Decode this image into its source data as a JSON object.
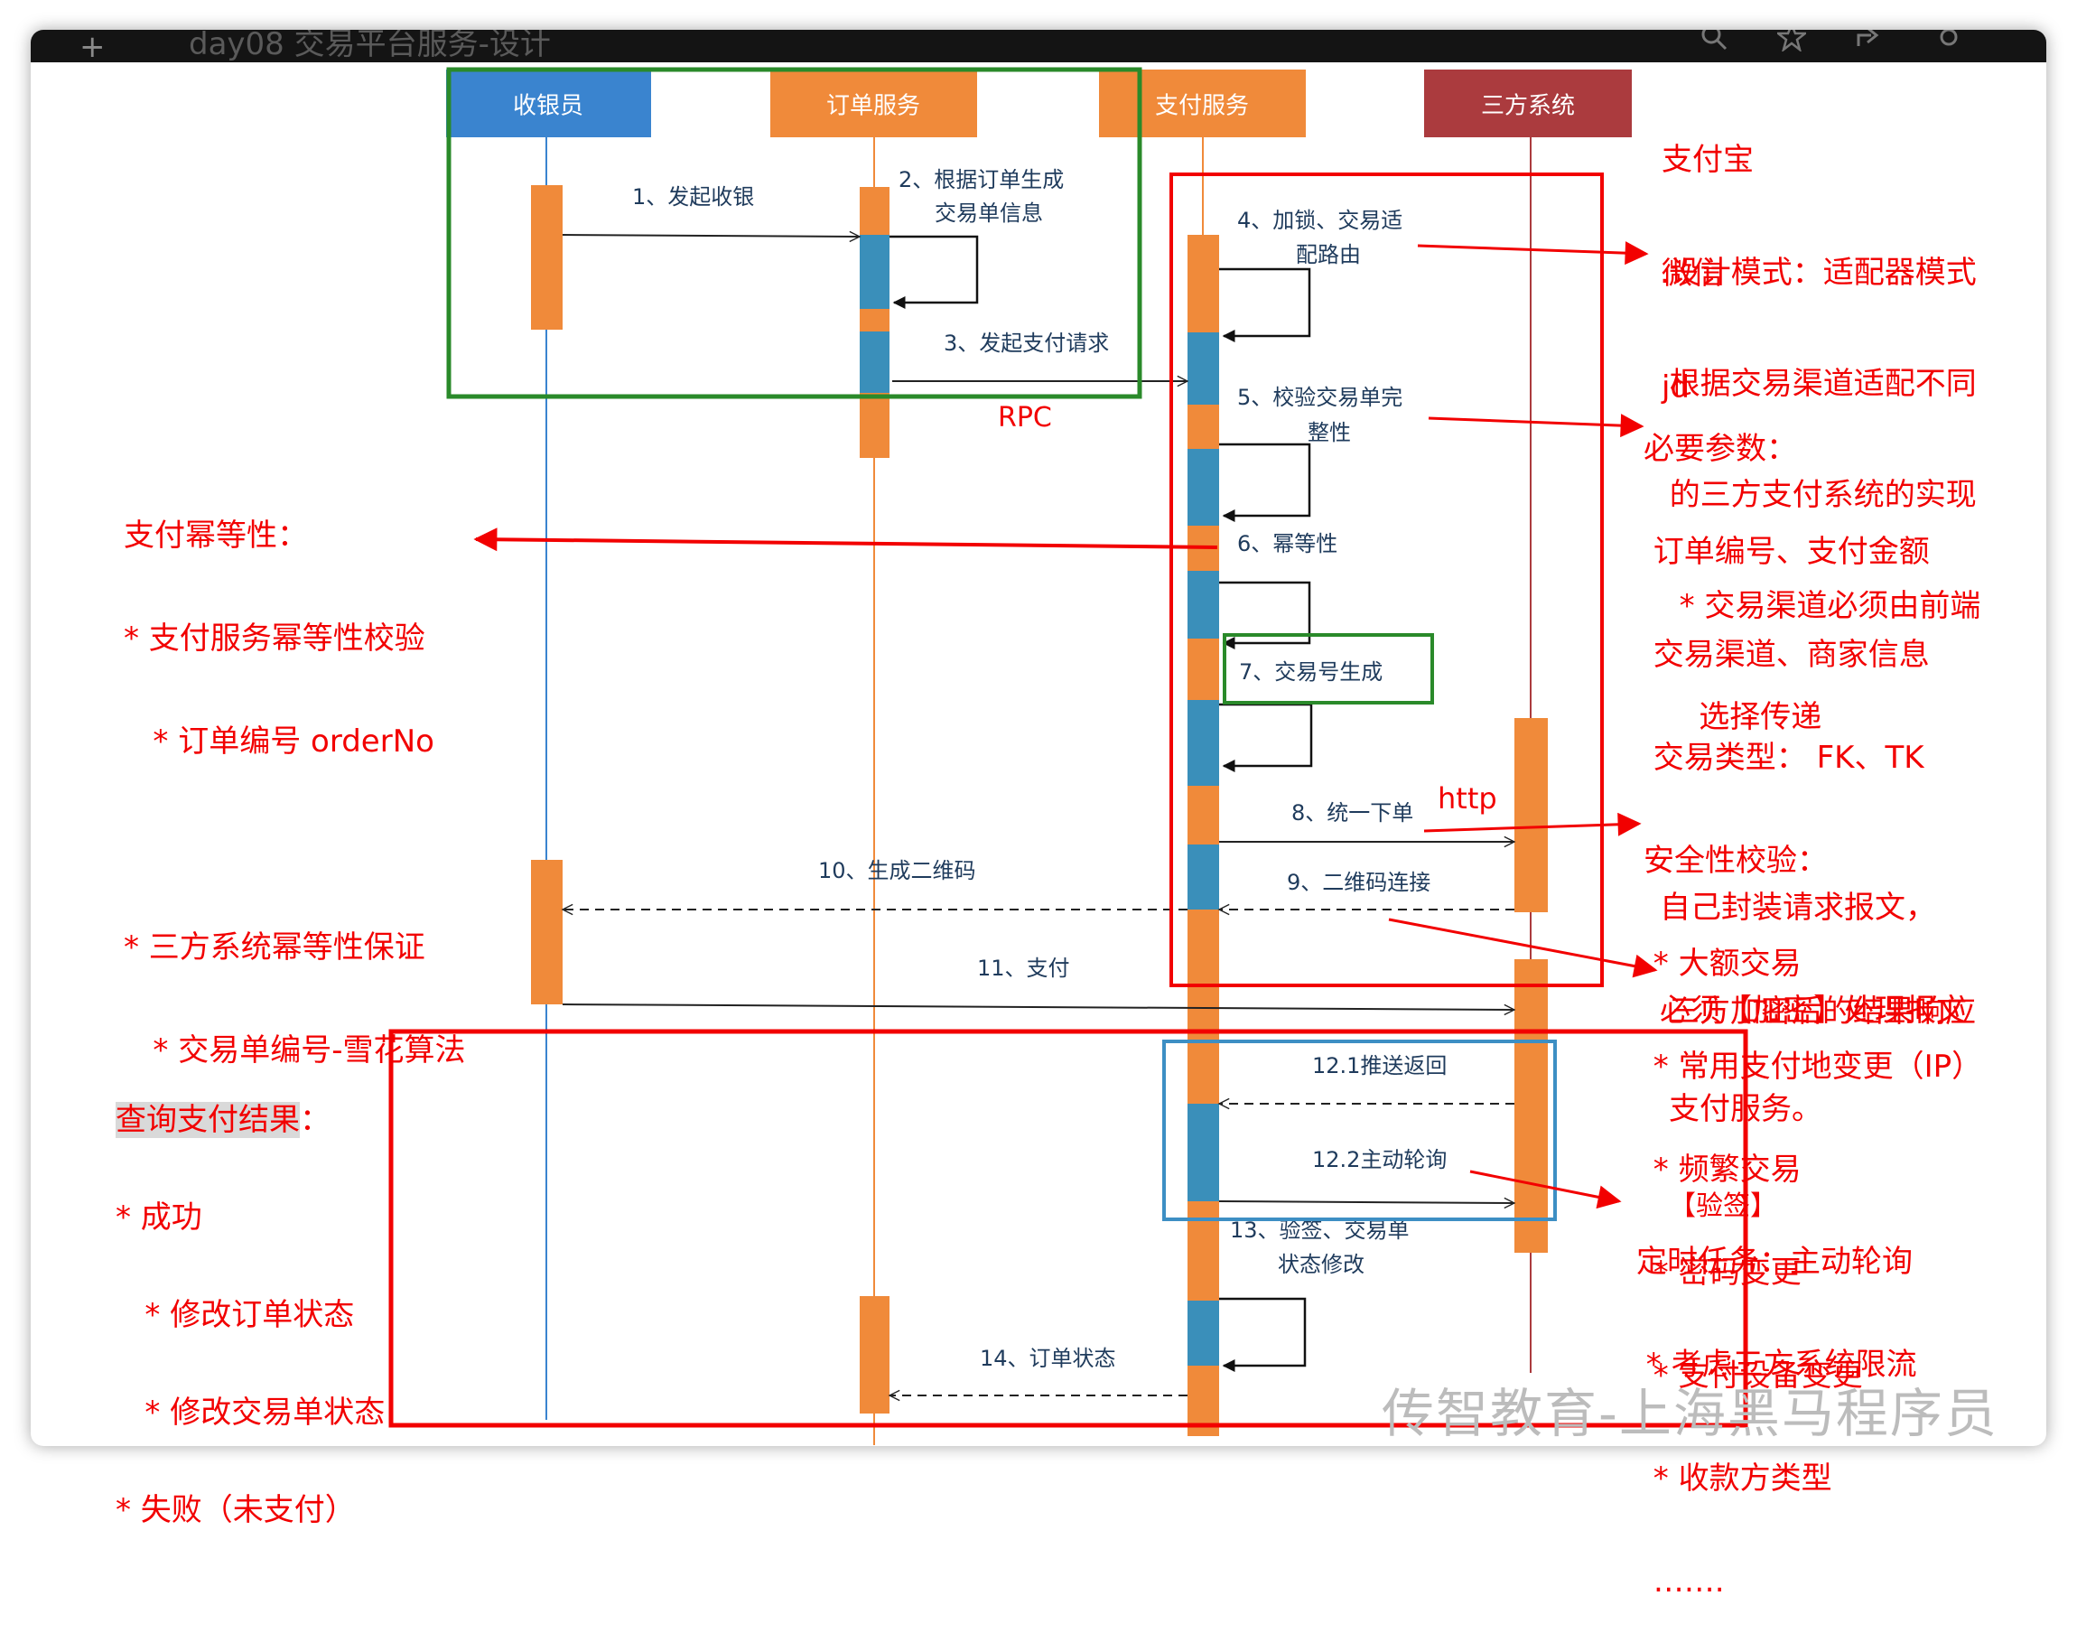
{
  "window": {
    "title": "day08 交易平台服务-设计"
  },
  "participants": [
    {
      "id": "cashier",
      "label": "收银员",
      "color": "#3a84cf"
    },
    {
      "id": "order",
      "label": "订单服务",
      "color": "#f08a3a"
    },
    {
      "id": "pay",
      "label": "支付服务",
      "color": "#f08a3a"
    },
    {
      "id": "third",
      "label": "三方系统",
      "color": "#ab3b3e"
    }
  ],
  "messages": [
    {
      "id": "m1",
      "line1": "1、发起收银",
      "line2": ""
    },
    {
      "id": "m2",
      "line1": "2、根据订单生成",
      "line2": "交易单信息"
    },
    {
      "id": "m3",
      "line1": "3、发起支付请求",
      "line2": ""
    },
    {
      "id": "m4",
      "line1": "4、加锁、交易适",
      "line2": "配路由"
    },
    {
      "id": "m5",
      "line1": "5、校验交易单完",
      "line2": "整性"
    },
    {
      "id": "m6",
      "line1": "6、幂等性",
      "line2": ""
    },
    {
      "id": "m7",
      "line1": "7、交易号生成",
      "line2": ""
    },
    {
      "id": "m8",
      "line1": "8、统一下单",
      "line2": ""
    },
    {
      "id": "m9",
      "line1": "9、二维码连接",
      "line2": ""
    },
    {
      "id": "m10",
      "line1": "10、生成二维码",
      "line2": ""
    },
    {
      "id": "m11",
      "line1": "11、支付",
      "line2": ""
    },
    {
      "id": "m121",
      "line1": "12.1推送返回",
      "line2": ""
    },
    {
      "id": "m122",
      "line1": "12.2主动轮询",
      "line2": ""
    },
    {
      "id": "m13",
      "line1": "13、验签、交易单",
      "line2": "状态修改"
    },
    {
      "id": "m14",
      "line1": "14、订单状态",
      "line2": ""
    }
  ],
  "labels": {
    "rpc": "RPC",
    "http": "http"
  },
  "annotations": {
    "channels": [
      "支付宝",
      "微信",
      "jd"
    ],
    "adapter": [
      ".设计模式：适配器模式",
      " 根据交易渠道适配不同",
      " 的三方支付系统的实现",
      "  * 交易渠道必须由前端",
      "    选择传递"
    ],
    "params": [
      "必要参数：",
      " 订单编号、支付金额",
      " 交易渠道、商家信息",
      " 交易类型： FK、TK",
      "安全性校验：",
      " * 大额交易",
      " * 常用支付地变更（IP）",
      " * 频繁交易",
      " * 密码变更",
      " * 支付设备变更",
      " * 收款方类型",
      " ……."
    ],
    "idempotent": [
      "支付幂等性：",
      "* 支付服务幂等性校验",
      "   * 订单编号 orderNo",
      "",
      "* 三方系统幂等性保证",
      "   * 交易单编号-雪花算法"
    ],
    "encrypt": [
      "自己封装请求报文，",
      "必须【加密】处理报文"
    ],
    "response": [
      "三方加密后的结果响应",
      "支付服务。",
      "【验签】"
    ],
    "query_title": "查询支付结果",
    "query_title_suffix": "：",
    "query": [
      "* 成功",
      "   * 修改订单状态",
      "   * 修改交易单状态",
      "* 失败（未支付）"
    ],
    "timer": [
      "定时任务：主动轮询",
      " * 考虑三方系统限流"
    ]
  },
  "watermark": "传智教育-上海黑马程序员",
  "colors": {
    "annotation_red": "#f20000",
    "highlight_green": "#2a8a2a",
    "highlight_blue": "#3d8fc4",
    "activation_orange": "#f08a3a",
    "activation_blue": "#3a8fba"
  }
}
